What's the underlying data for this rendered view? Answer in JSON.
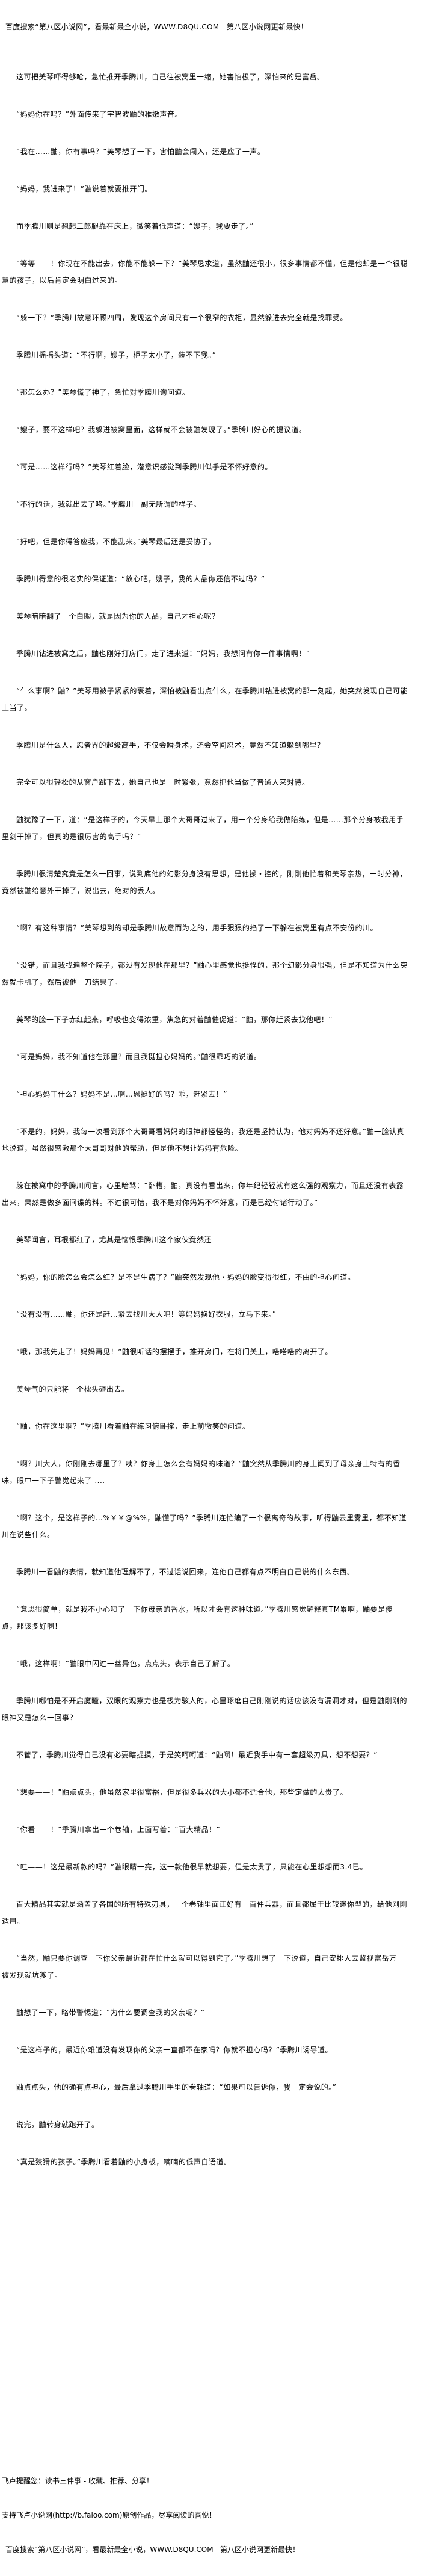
{
  "ad_banner": "百度搜索“第八区小说网”，看最新最全小说，WWW.D8QU.COM   第八区小说网更新最快！",
  "paragraphs": [
    "这可把美琴吓得够呛，急忙推开季腾川，自己往被窝里一缩，她害怕极了，深怕来的是富岳。",
    "“妈妈你在吗？”外面传来了宇智波鼬的稚嫩声音。",
    "“我在……鼬，你有事吗？”美琴想了一下，害怕鼬会闯入，还是应了一声。",
    "“妈妈，我进来了！”鼬说着就要推开门。",
    "而季腾川则是翘起二郎腿靠在床上，微笑着低声道：“嫂子，我要走了。”",
    "“等等——！你现在不能出去，你能不能躲一下？”美琴恳求道，虽然鼬还很小，很多事情都不懂，但是他却是一个很聪慧的孩子，以后肯定会明白过来的。",
    "“躲一下？”季腾川故意环顾四周，发现这个房间只有一个很窄的衣柜，显然躲进去完全就是找罪受。",
    "季腾川摇摇头道：“不行啊，嫂子，柜子太小了，装不下我。”",
    "“那怎么办？”美琴慌了神了，急忙对季腾川询问道。",
    "“嫂子，要不这样吧？我躲进被窝里面，这样就不会被鼬发现了。”季腾川好心的提议道。",
    "“可是……这样行吗？”美琴红着脸，潜意识感觉到季腾川似乎是不怀好意的。",
    "“不行的话，我就出去了咯。”季腾川一副无所谓的样子。",
    "“好吧，但是你得答应我，不能乱来。”美琴最后还是妥协了。",
    "季腾川得意的很老实的保证道：“放心吧，嫂子，我的人品你还信不过吗？”",
    "美琴暗暗翻了一个白眼，就是因为你的人品，自己才担心呢？",
    "季腾川钻进被窝之后，鼬也刚好打房门，走了进来道：“妈妈，我想问有你一件事情啊！”",
    "“什么事啊？鼬？”美琴用被子紧紧的裹着，深怕被鼬看出点什么，在季腾川钻进被窝的那一刻起，她突然发现自己可能上当了。",
    "季腾川是什么人，忍者界的超级高手，不仅会瞬身术，还会空间忍术，竟然不知道躲到哪里？",
    "完全可以很轻松的从窗户跳下去，她自己也是一时紧张，竟然把他当做了普通人来对待。",
    "鼬犹豫了一下，道：“是这样子的，今天早上那个大哥哥过来了，用一个分身给我做陪练，但是……那个分身被我用手里剑干掉了，但真的是很厉害的高手吗？”",
    "季腾川很清楚究竟是怎么一回事，说到底他的幻影分身没有思想，是他操・控的，刚刚他忙着和美琴亲热，一时分神，竟然被鼬给意外干掉了，说出去，绝对的丢人。",
    "“啊？有这种事情？”美琴想到的却是季腾川故意而为之的，用手狠狠的掐了一下躲在被窝里有点不安份的川。",
    "“没错，而且我找遍整个院子，都没有发现他在那里？”鼬心里感觉也挺怪的，那个幻影分身很强，但是不知道为什么突然就卡机了，然后被他一刀结果了。",
    "美琴的脸一下子赤红起来，呼吸也变得浓重，焦急的对着鼬催促道：“鼬，那你赶紧去找他吧！”",
    "“可是妈妈，我不知道他在那里？而且我挺担心妈妈的。”鼬很乖巧的说道。",
    "“担心妈妈干什么？妈妈不是…啊…恩挺好的吗？乖，赶紧去！”",
    "“不是的，妈妈，我每一次看到那个大哥哥看妈妈的眼神都怪怪的，我还是坚持认为，他对妈妈不还好意。”鼬一脸认真地说道，虽然很感激那个大哥哥对他的帮助，但是他不想让妈妈有危险。",
    "躲在被窝中的季腾川闻言，心里暗骂：“卧槽，鼬，真没有看出来，你年纪轻轻就有这么强的观察力，而且还没有表露出来，果然是做多面间谍的料。不过很可惜，我不是对你妈妈不怀好意，而是已经付诸行动了。”",
    "美琴闻言，耳根都红了，尤其是恼恨季腾川这个家伙竟然还",
    "“妈妈，你的脸怎么会怎么红？是不是生病了？”鼬突然发现他・妈妈的脸变得很红，不由的担心问道。",
    "“没有没有……鼬，你还是赶…紧去找川大人吧！等妈妈换好衣服，立马下来。”",
    "“哦，那我先走了！妈妈再见！”鼬很听话的摆摆手，推开房门，在将门关上，嗒嗒嗒的离开了。",
    "美琴气的只能将一个枕头砸出去。",
    "“鼬，你在这里啊？”季腾川看着鼬在练习俯卧撑，走上前微笑的问道。",
    "“啊？川大人，你刚刚去哪里了？咦？你身上怎么会有妈妈的味道？”鼬突然从季腾川的身上闻到了母亲身上特有的香味，眼中一下子警觉起来了 ....",
    "“啊？这个，是这样子的…%￥￥@%%，鼬懂了吗？”季腾川连忙编了一个很离奇的故事，听得鼬云里雾里，都不知道川在说些什么。",
    "季腾川一看鼬的表情，就知道他理解不了，不过话说回来，连他自己都有点不明白自己说的什么东西。",
    "“意思很简单，就是我不小心喷了一下你母亲的香水，所以才会有这种味道。”季腾川感觉解释真TM累啊，鼬要是傻一点，那该多好啊！",
    "“哦，这样啊！”鼬眼中闪过一丝异色，点点头，表示自己了解了。",
    "季腾川哪怕是不开启魔瞳，双眼的观察力也是极为骇人的，心里琢磨自己刚刚说的话应该没有漏洞才对，但是鼬刚刚的眼神又是怎么一回事？",
    "不管了，季腾川觉得自己没有必要瞎捉摸，于是笑呵呵道：“鼬啊！最近我手中有一套超级刃具，想不想要？”",
    "“想要——！”鼬点点头，他虽然家里很富裕，但是很多兵器的大小都不适合他，那些定做的太贵了。",
    "“你看——！”季腾川拿出一个卷轴，上面写着：“百大精品！”",
    "“哇——！这是最新款的吗？”鼬眼睛一亮，这一款他很早就想要，但是太贵了，只能在心里想想而3.4已。",
    "百大精品其实就是涵盖了各国的所有特殊刃具，一个卷轴里面正好有一百件兵器，而且都属于比较迷你型的，给他刚刚适用。",
    "“当然，鼬只要你调查一下你父亲最近都在忙什么就可以得到它了。”季腾川想了一下说道，自己安排人去监视富岳万一被发现就坑爹了。",
    "鼬想了一下，略带警惕道：“为什么要调查我的父亲呢？”",
    "“是这样子的，最近你难道没有发现你的父亲一直都不在家吗？你就不担心吗？”季腾川诱导道。",
    "鼬点点头，他的确有点担心，最后拿过季腾川手里的卷轴道：“如果可以告诉你，我一定会说的。”",
    "说完，鼬转身就跑开了。",
    "“真是狡猾的孩子。”季腾川看着鼬的小身板，喃喃的低声自语道。"
  ],
  "footer": {
    "reminder": "飞卢提醒您：读书三件事 - 收藏、推荐、分享！",
    "support": "支持飞卢小说网(http://b.faloo.com)原创作品，尽享阅读的喜悦！",
    "ad_banner": "百度搜索“第八区小说网”，看最新最全小说，WWW.D8QU.COM   第八区小说网更新最快！"
  }
}
